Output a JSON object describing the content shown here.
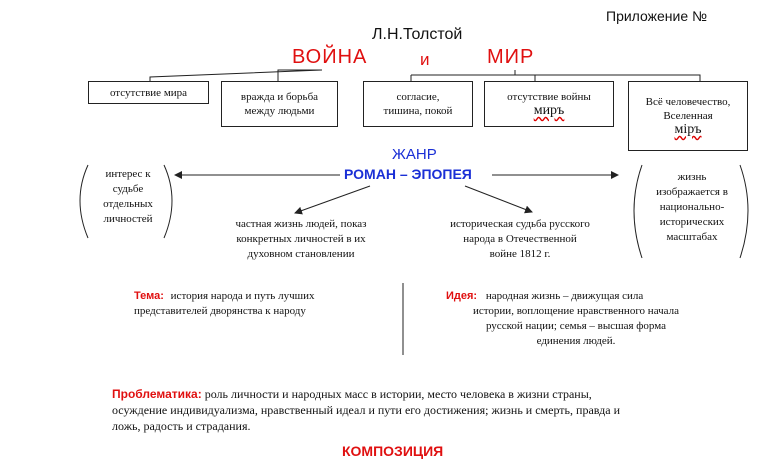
{
  "appendix": "Приложение №",
  "author": "Л.Н.Толстой",
  "title": {
    "word1": "ВОЙНА",
    "and": "и",
    "word2": "МИР"
  },
  "boxes": {
    "b1": "отсутствие мира",
    "b2_l1": "вражда и борьба",
    "b2_l2": "между людьми",
    "b3_l1": "согласие,",
    "b3_l2": "тишина, покой",
    "b4_l1": "отсутствие войны",
    "b4_l2": "миръ",
    "b5_l1": "Всё человечество,",
    "b5_l2": "Вселенная",
    "b5_l3": "міръ"
  },
  "genre": {
    "label": "ЖАНР",
    "value": "РОМАН – ЭПОПЕЯ"
  },
  "left_side": [
    "интерес к",
    "судьбе",
    "отдельных",
    "личностей"
  ],
  "right_side": [
    "жизнь",
    "изображается в",
    "национально-",
    "исторических",
    "масштабах"
  ],
  "private_life": [
    "частная жизнь людей, показ",
    "конкретных личностей в их",
    "духовном становлении"
  ],
  "historical_fate": [
    "историческая судьба русского",
    "народа в Отечественной",
    "войне 1812 г."
  ],
  "theme": {
    "label": "Тема:",
    "lines": [
      "история народа и путь лучших",
      "представителей дворянства к народу"
    ]
  },
  "idea": {
    "label": "Идея:",
    "lines": [
      "народная жизнь – движущая сила",
      "истории, воплощение нравственного начала",
      "русской нации; семья – высшая форма",
      "единения людей."
    ]
  },
  "problems": {
    "label": "Проблематика:",
    "lines": [
      "роль личности и народных масс в истории, место человека в жизни страны,",
      "осуждение индивидуализма, нравственный идеал и пути его достижения; жизнь и смерть, правда и",
      "ложь, радость и страдания."
    ]
  },
  "composition": "КОМПОЗИЦИЯ",
  "colors": {
    "red": "#e01010",
    "blue": "#1a2fd6",
    "line": "#222222"
  }
}
